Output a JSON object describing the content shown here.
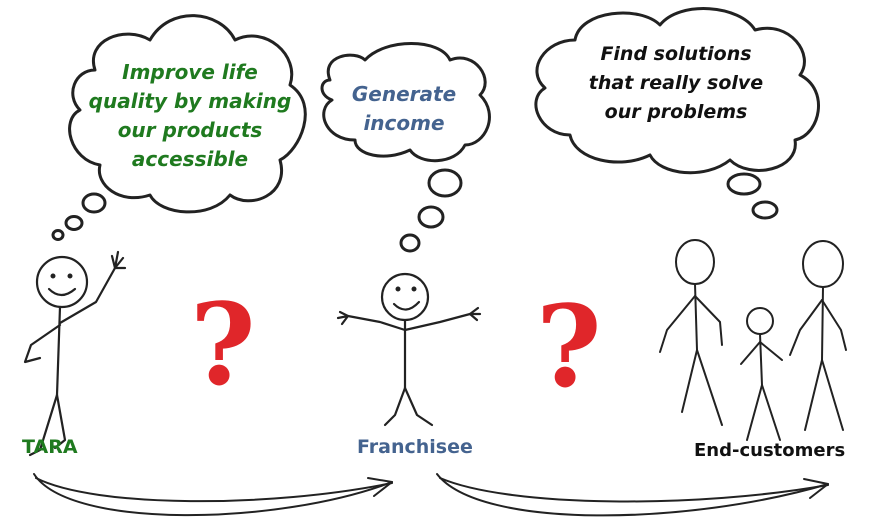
{
  "colors": {
    "tara_green": "#1f7a1f",
    "franchisee_blue": "#44638f",
    "customer_black": "#111111",
    "question_red": "#e0262a",
    "stroke": "#222222"
  },
  "actors": {
    "tara": {
      "label": "TARA",
      "thought": [
        "Improve life",
        "quality by making",
        "our products",
        "accessible"
      ]
    },
    "franchisee": {
      "label": "Franchisee",
      "thought": [
        "Generate",
        "income"
      ]
    },
    "end_customers": {
      "label": "End-customers",
      "thought": [
        "Find solutions",
        "that really solve",
        "our problems"
      ]
    }
  },
  "question_marks": [
    "?",
    "?"
  ]
}
